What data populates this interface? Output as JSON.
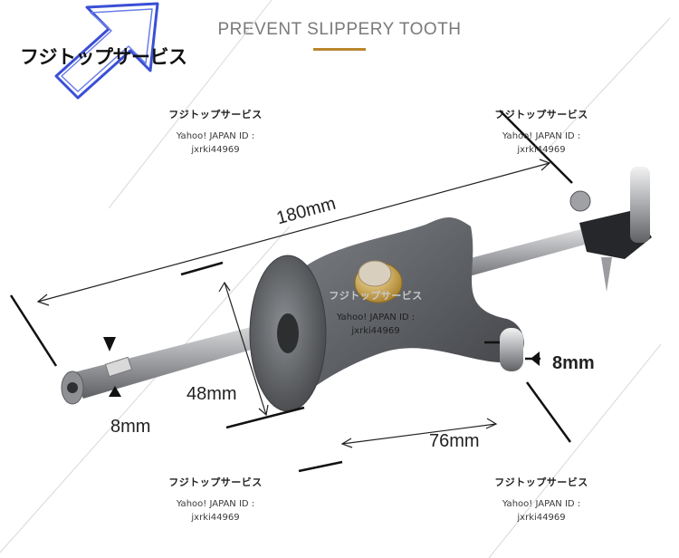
{
  "header": {
    "title": "PREVENT SLIPPERY TOOTH",
    "accent_color": "#b8862c"
  },
  "brand": {
    "name": "フジトップサービス",
    "logo_icon": "up-right-arrow-outline-icon"
  },
  "watermarks": [
    {
      "brand": "フジトップサービス",
      "line1": "Yahoo! JAPAN ID :",
      "line2": "jxrki44969"
    },
    {
      "brand": "フジトップサービス",
      "line1": "Yahoo! JAPAN ID :",
      "line2": "jxrki44969"
    },
    {
      "brand": "フジトップサービス",
      "line1": "Yahoo! JAPAN ID :",
      "line2": "jxrki44969"
    },
    {
      "brand": "フジトップサービス",
      "line1": "Yahoo! JAPAN ID :",
      "line2": "jxrki44969"
    },
    {
      "brand": "フジトップサービス",
      "line1": "Yahoo! JAPAN ID :",
      "line2": "jxrki44969"
    }
  ],
  "dimensions": {
    "overall_length": "180mm",
    "fence_height": "48mm",
    "rod_diameter": "8mm",
    "pin_diameter": "8mm",
    "base_width": "76mm"
  },
  "product": {
    "image_icon": "marking-gauge-tool-icon",
    "body_color": "#5b5e62",
    "brass_color": "#c9a24a"
  }
}
